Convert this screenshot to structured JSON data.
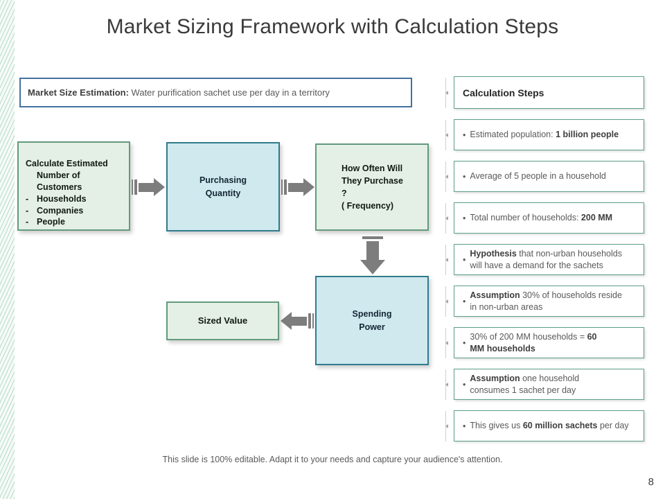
{
  "slide": {
    "title": "Market Sizing Framework with Calculation Steps",
    "footer": "This slide is 100% editable. Adapt it to your needs and capture your audience's attention.",
    "page_number": "8"
  },
  "market_box": {
    "label_bold": "Market Size Estimation:",
    "label_rest": " Water purification sachet use per day in a territory"
  },
  "flow": {
    "customers_box": {
      "heading": "Calculate Estimated\nNumber of\nCustomers",
      "dash": "-",
      "items": [
        "Households",
        "Companies",
        "People"
      ]
    },
    "purchasing_box": "Purchasing\nQuantity",
    "frequency_box": "How Often Will\nThey Purchase\n?\n( Frequency)",
    "spending_box": "Spending\nPower",
    "sized_box": "Sized Value"
  },
  "calculation_steps": {
    "header": "Calculation Steps",
    "bullet": "•",
    "items": [
      {
        "segments": [
          {
            "t": "Estimated population: "
          },
          {
            "t": "1 billion people",
            "b": true
          }
        ]
      },
      {
        "segments": [
          {
            "t": "Average  of 5 people in a household"
          }
        ]
      },
      {
        "segments": [
          {
            "t": "Total number of households: "
          },
          {
            "t": "200 MM",
            "b": true
          }
        ]
      },
      {
        "segments": [
          {
            "t": "Hypothesis",
            "b": true
          },
          {
            "t": " that non-urban households\nwill have a demand for the sachets"
          }
        ]
      },
      {
        "segments": [
          {
            "t": "Assumption",
            "b": true
          },
          {
            "t": " 30% of households reside\nin non-urban areas"
          }
        ]
      },
      {
        "segments": [
          {
            "t": "30% of 200 MM households = "
          },
          {
            "t": "60\nMM households",
            "b": true
          }
        ]
      },
      {
        "segments": [
          {
            "t": "Assumption",
            "b": true
          },
          {
            "t": " one household\nconsumes 1 sachet per day"
          }
        ]
      },
      {
        "segments": [
          {
            "t": "This gives us "
          },
          {
            "t": "60 million sachets",
            "b": true
          },
          {
            "t": " per day"
          }
        ]
      }
    ]
  },
  "colors": {
    "green_fill": "#e4f0e6",
    "green_border": "#629a7c",
    "blue_fill": "#cfe9ef",
    "blue_border": "#2f7a8c",
    "steps_border": "#5a9c8b",
    "market_border": "#44719e",
    "arrow_gray": "#7d7d7d",
    "stripe_green": "#c6e3d3"
  }
}
